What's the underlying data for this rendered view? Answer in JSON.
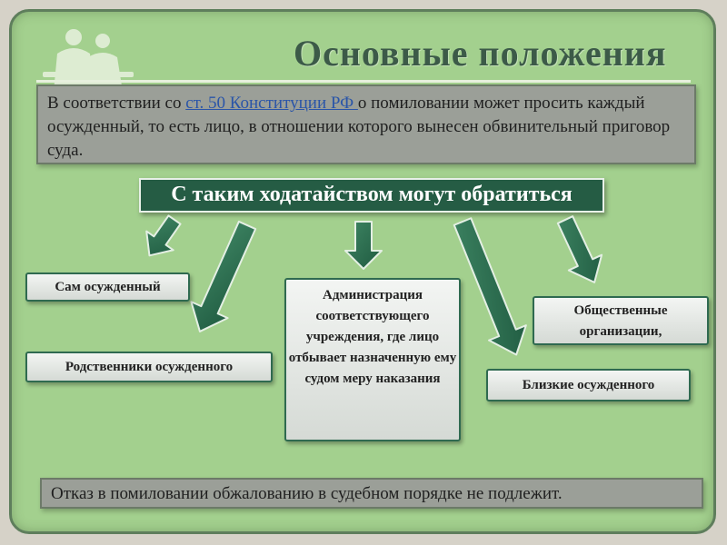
{
  "slide": {
    "title": "Основные положения",
    "intro": {
      "before_link": "В соответствии со ",
      "link_text": "ст. 50 Конституции РФ ",
      "after_link": "о помиловании может просить каждый осужденный, то есть лицо, в отношении которого вынесен обвинительный приговор суда."
    },
    "header": "С таким ходатайством могут обратиться",
    "leaves": {
      "self": "Сам осужденный",
      "relatives": "Родственники осужденного",
      "admin": "Администрация соответствующего учреждения, где лицо отбывает назначенную ему судом меру наказания",
      "public": "Общественные организации,",
      "close": "Близкие осужденного"
    },
    "footer": "Отказ в помиловании обжалованию в судебном порядке не подлежит."
  },
  "colors": {
    "background": "#a3d08e",
    "border": "#5e7e5c",
    "title": "#3c5a48",
    "header_bar": "#255c44",
    "arrow": "#2d6b4f",
    "text_box": "#9b9f98",
    "link": "#2a55a8"
  },
  "icons": {
    "logo": "silhouette-logo-icon",
    "arrow": "arrow-down-icon"
  }
}
